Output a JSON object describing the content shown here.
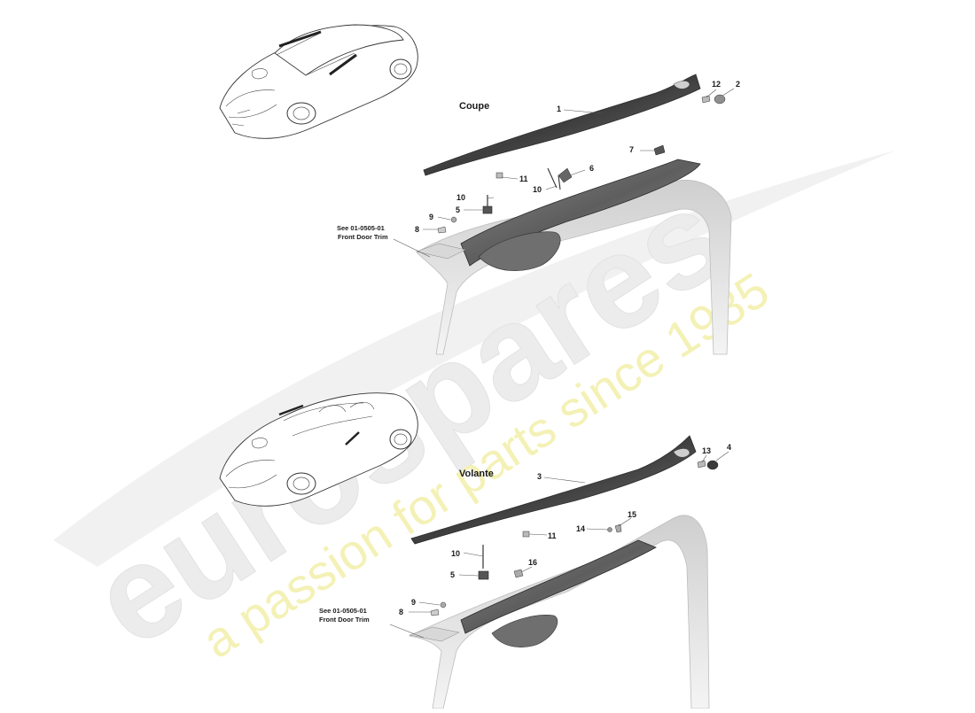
{
  "sections": {
    "coupe": {
      "title": "Coupe",
      "reference": {
        "line1": "See 01-0505-01",
        "line2": "Front Door Trim"
      },
      "callouts": [
        "1",
        "2",
        "12",
        "7",
        "6",
        "11",
        "10",
        "10",
        "5",
        "9",
        "8"
      ]
    },
    "volante": {
      "title": "Volante",
      "reference": {
        "line1": "See 01-0505-01",
        "line2": "Front Door Trim"
      },
      "callouts": [
        "3",
        "4",
        "13",
        "15",
        "14",
        "11",
        "10",
        "16",
        "5",
        "9",
        "8"
      ]
    }
  },
  "watermark": {
    "brand": "eurospares",
    "tagline": "a passion for parts since 1985",
    "brand_color": "#e8e8e8",
    "tagline_color": "#f3f0b0"
  }
}
